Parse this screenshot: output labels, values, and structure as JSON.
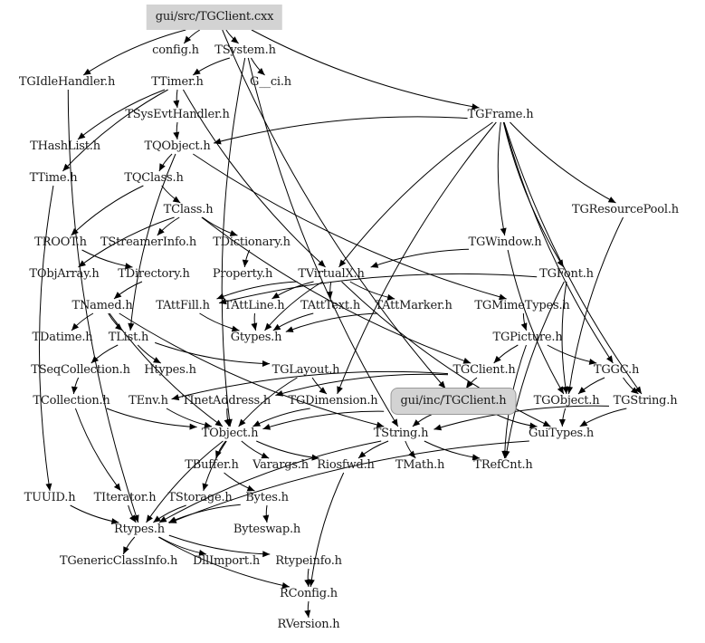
{
  "diagram": {
    "title": "gui/src/TGClient.cxx",
    "nodes": [
      {
        "id": "root",
        "label": "gui/src/TGClient.cxx",
        "style": "root"
      },
      {
        "id": "config",
        "label": "config.h"
      },
      {
        "id": "TSystem",
        "label": "TSystem.h"
      },
      {
        "id": "TGIdleHandler",
        "label": "TGIdleHandler.h"
      },
      {
        "id": "TTimer",
        "label": "TTimer.h"
      },
      {
        "id": "Gci",
        "label": "G__ci.h"
      },
      {
        "id": "TSysEvtHandler",
        "label": "TSysEvtHandler.h"
      },
      {
        "id": "TGFrame",
        "label": "TGFrame.h"
      },
      {
        "id": "THashList",
        "label": "THashList.h"
      },
      {
        "id": "TQObject",
        "label": "TQObject.h"
      },
      {
        "id": "TTime",
        "label": "TTime.h"
      },
      {
        "id": "TQClass",
        "label": "TQClass.h"
      },
      {
        "id": "TClass",
        "label": "TClass.h"
      },
      {
        "id": "TGResourcePool",
        "label": "TGResourcePool.h"
      },
      {
        "id": "TROOT",
        "label": "TROOT.h"
      },
      {
        "id": "TStreamerInfo",
        "label": "TStreamerInfo.h"
      },
      {
        "id": "TDictionary",
        "label": "TDictionary.h"
      },
      {
        "id": "TGWindow",
        "label": "TGWindow.h"
      },
      {
        "id": "TObjArray",
        "label": "TObjArray.h"
      },
      {
        "id": "TDirectory",
        "label": "TDirectory.h"
      },
      {
        "id": "Property",
        "label": "Property.h"
      },
      {
        "id": "TVirtualX",
        "label": "TVirtualX.h"
      },
      {
        "id": "TGFont",
        "label": "TGFont.h"
      },
      {
        "id": "TNamed",
        "label": "TNamed.h"
      },
      {
        "id": "TAttFill",
        "label": "TAttFill.h"
      },
      {
        "id": "TAttLine",
        "label": "TAttLine.h"
      },
      {
        "id": "TAttText",
        "label": "TAttText.h"
      },
      {
        "id": "TAttMarker",
        "label": "TAttMarker.h"
      },
      {
        "id": "TGMimeTypes",
        "label": "TGMimeTypes.h"
      },
      {
        "id": "TDatime",
        "label": "TDatime.h"
      },
      {
        "id": "TList",
        "label": "TList.h"
      },
      {
        "id": "Gtypes",
        "label": "Gtypes.h"
      },
      {
        "id": "TGPicture",
        "label": "TGPicture.h"
      },
      {
        "id": "TSeqCollection",
        "label": "TSeqCollection.h"
      },
      {
        "id": "Htypes",
        "label": "Htypes.h"
      },
      {
        "id": "TGLayout",
        "label": "TGLayout.h"
      },
      {
        "id": "TGClient",
        "label": "TGClient.h"
      },
      {
        "id": "TGGC",
        "label": "TGGC.h"
      },
      {
        "id": "TCollection",
        "label": "TCollection.h"
      },
      {
        "id": "TEnv",
        "label": "TEnv.h"
      },
      {
        "id": "TInetAddress",
        "label": "TInetAddress.h"
      },
      {
        "id": "TGDimension",
        "label": "TGDimension.h"
      },
      {
        "id": "guiinc",
        "label": "gui/inc/TGClient.h",
        "style": "highlight"
      },
      {
        "id": "TGObject",
        "label": "TGObject.h"
      },
      {
        "id": "TGString",
        "label": "TGString.h"
      },
      {
        "id": "TObject",
        "label": "TObject.h"
      },
      {
        "id": "TString",
        "label": "TString.h"
      },
      {
        "id": "GuiTypes",
        "label": "GuiTypes.h"
      },
      {
        "id": "TBuffer",
        "label": "TBuffer.h"
      },
      {
        "id": "Varargs",
        "label": "Varargs.h"
      },
      {
        "id": "Riosfwd",
        "label": "Riosfwd.h"
      },
      {
        "id": "TMath",
        "label": "TMath.h"
      },
      {
        "id": "TRefCnt",
        "label": "TRefCnt.h"
      },
      {
        "id": "TUUID",
        "label": "TUUID.h"
      },
      {
        "id": "TIterator",
        "label": "TIterator.h"
      },
      {
        "id": "TStorage",
        "label": "TStorage.h"
      },
      {
        "id": "Bytes",
        "label": "Bytes.h"
      },
      {
        "id": "Rtypes",
        "label": "Rtypes.h"
      },
      {
        "id": "Byteswap",
        "label": "Byteswap.h"
      },
      {
        "id": "TGenericClassInfo",
        "label": "TGenericClassInfo.h"
      },
      {
        "id": "DllImport",
        "label": "DllImport.h"
      },
      {
        "id": "Rtypeinfo",
        "label": "Rtypeinfo.h"
      },
      {
        "id": "RConfig",
        "label": "RConfig.h"
      },
      {
        "id": "RVersion",
        "label": "RVersion.h"
      }
    ],
    "edges": [
      [
        "root",
        "config"
      ],
      [
        "root",
        "TSystem"
      ],
      [
        "root",
        "TGIdleHandler"
      ],
      [
        "root",
        "TGFrame"
      ],
      [
        "root",
        "guiinc"
      ],
      [
        "TSystem",
        "TTimer"
      ],
      [
        "TSystem",
        "Gci"
      ],
      [
        "TSystem",
        "TObject"
      ],
      [
        "TSystem",
        "TString"
      ],
      [
        "TTimer",
        "TSysEvtHandler"
      ],
      [
        "TTimer",
        "TTime"
      ],
      [
        "TTimer",
        "THashList"
      ],
      [
        "TTimer",
        "TVirtualX"
      ],
      [
        "TSysEvtHandler",
        "TQObject"
      ],
      [
        "TQObject",
        "TQClass"
      ],
      [
        "TQObject",
        "TList"
      ],
      [
        "TQObject",
        "TGMimeTypes"
      ],
      [
        "TQClass",
        "TClass"
      ],
      [
        "TQClass",
        "TROOT"
      ],
      [
        "TClass",
        "TStreamerInfo"
      ],
      [
        "TClass",
        "TDictionary"
      ],
      [
        "TClass",
        "TObjArray"
      ],
      [
        "TClass",
        "TGClient"
      ],
      [
        "TGFrame",
        "TQObject"
      ],
      [
        "TGFrame",
        "TGWindow"
      ],
      [
        "TGFrame",
        "TGResourcePool"
      ],
      [
        "TGFrame",
        "TGFont"
      ],
      [
        "TGFrame",
        "TGGC"
      ],
      [
        "TGFrame",
        "TGString"
      ],
      [
        "TGFrame",
        "TVirtualX"
      ],
      [
        "TGFrame",
        "TGDimension"
      ],
      [
        "TGResourcePool",
        "TGObject"
      ],
      [
        "TGWindow",
        "TVirtualX"
      ],
      [
        "TGWindow",
        "TGObject"
      ],
      [
        "TROOT",
        "TDirectory"
      ],
      [
        "TDirectory",
        "TNamed"
      ],
      [
        "TDictionary",
        "Property"
      ],
      [
        "TVirtualX",
        "TAttFill"
      ],
      [
        "TVirtualX",
        "TAttLine"
      ],
      [
        "TVirtualX",
        "TAttText"
      ],
      [
        "TVirtualX",
        "TAttMarker"
      ],
      [
        "TVirtualX",
        "Gtypes"
      ],
      [
        "TVirtualX",
        "GuiTypes"
      ],
      [
        "TGFont",
        "TAttFill"
      ],
      [
        "TGFont",
        "TGObject"
      ],
      [
        "TGFont",
        "TRefCnt"
      ],
      [
        "TAttFill",
        "Gtypes"
      ],
      [
        "TAttLine",
        "Gtypes"
      ],
      [
        "TAttText",
        "Gtypes"
      ],
      [
        "TAttMarker",
        "Gtypes"
      ],
      [
        "TGMimeTypes",
        "TGPicture"
      ],
      [
        "TGPicture",
        "TGClient"
      ],
      [
        "TGPicture",
        "TGGC"
      ],
      [
        "TGPicture",
        "TRefCnt"
      ],
      [
        "TNamed",
        "TDatime"
      ],
      [
        "TNamed",
        "TList"
      ],
      [
        "TNamed",
        "TObject"
      ],
      [
        "TNamed",
        "TString"
      ],
      [
        "TList",
        "TSeqCollection"
      ],
      [
        "TList",
        "Htypes"
      ],
      [
        "TList",
        "TGLayout"
      ],
      [
        "TSeqCollection",
        "TCollection"
      ],
      [
        "TCollection",
        "TObject"
      ],
      [
        "TCollection",
        "TIterator"
      ],
      [
        "TGLayout",
        "TGDimension"
      ],
      [
        "TGLayout",
        "TObject"
      ],
      [
        "TGClient",
        "TEnv"
      ],
      [
        "TGClient",
        "TInetAddress"
      ],
      [
        "TGClient",
        "guiinc"
      ],
      [
        "TGGC",
        "TGObject"
      ],
      [
        "TGGC",
        "TGString"
      ],
      [
        "TEnv",
        "TObject"
      ],
      [
        "TInetAddress",
        "TObject"
      ],
      [
        "TGDimension",
        "TObject"
      ],
      [
        "guiinc",
        "TObject"
      ],
      [
        "guiinc",
        "TString"
      ],
      [
        "guiinc",
        "GuiTypes"
      ],
      [
        "TGObject",
        "GuiTypes"
      ],
      [
        "TGString",
        "GuiTypes"
      ],
      [
        "TGString",
        "TString"
      ],
      [
        "TObject",
        "TBuffer"
      ],
      [
        "TObject",
        "Varargs"
      ],
      [
        "TObject",
        "Riosfwd"
      ],
      [
        "TObject",
        "TStorage"
      ],
      [
        "TObject",
        "Rtypes"
      ],
      [
        "TString",
        "TMath"
      ],
      [
        "TString",
        "TRefCnt"
      ],
      [
        "TString",
        "Riosfwd"
      ],
      [
        "TString",
        "Rtypes"
      ],
      [
        "TBuffer",
        "Bytes"
      ],
      [
        "Bytes",
        "Byteswap"
      ],
      [
        "Bytes",
        "Rtypes"
      ],
      [
        "GuiTypes",
        "Rtypes"
      ],
      [
        "TStorage",
        "Rtypes"
      ],
      [
        "TIterator",
        "Rtypes"
      ],
      [
        "TUUID",
        "Rtypes"
      ],
      [
        "TTime",
        "TUUID"
      ],
      [
        "TGIdleHandler",
        "Rtypes"
      ],
      [
        "Rtypes",
        "TGenericClassInfo"
      ],
      [
        "Rtypes",
        "DllImport"
      ],
      [
        "Rtypes",
        "Rtypeinfo"
      ],
      [
        "Rtypes",
        "RConfig"
      ],
      [
        "Riosfwd",
        "RConfig"
      ],
      [
        "Rtypeinfo",
        "RConfig"
      ],
      [
        "RConfig",
        "RVersion"
      ]
    ]
  }
}
